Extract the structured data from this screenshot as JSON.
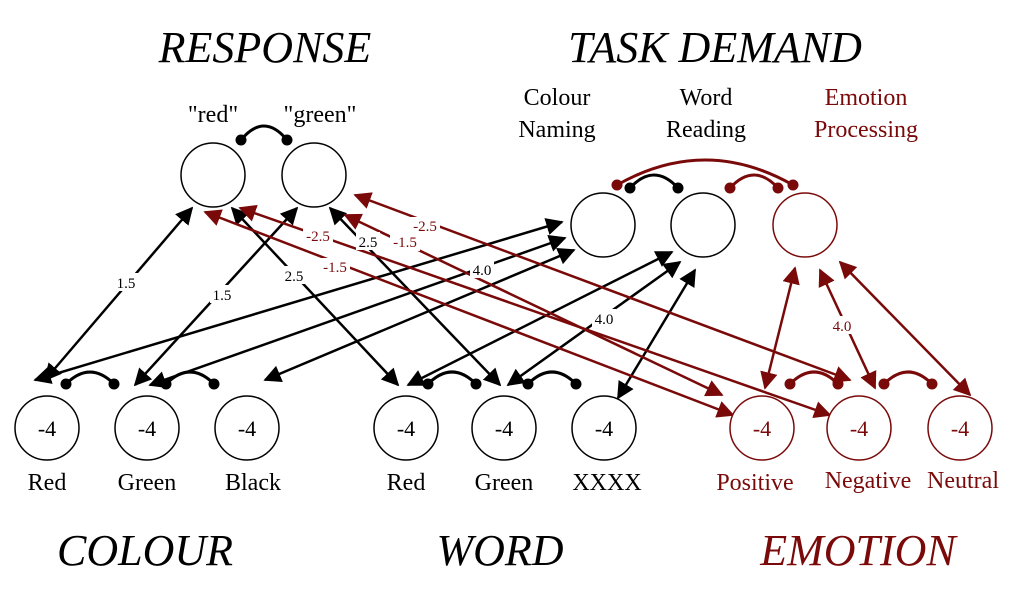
{
  "colors": {
    "black": "#000000",
    "red": "#7a0a0a"
  },
  "groups": {
    "response": "RESPONSE",
    "task_demand": "TASK DEMAND",
    "colour": "COLOUR",
    "word": "WORD",
    "emotion": "EMOTION"
  },
  "response_units": [
    {
      "id": "red",
      "label": "\"red\""
    },
    {
      "id": "green",
      "label": "\"green\""
    }
  ],
  "task_units": [
    {
      "id": "colour_naming",
      "line1": "Colour",
      "line2": "Naming",
      "color": "black"
    },
    {
      "id": "word_reading",
      "line1": "Word",
      "line2": "Reading",
      "color": "black"
    },
    {
      "id": "emotion_processing",
      "line1": "Emotion",
      "line2": "Processing",
      "color": "red"
    }
  ],
  "input_units": [
    {
      "id": "colour_red",
      "label": "Red",
      "value": "-4",
      "color": "black"
    },
    {
      "id": "colour_green",
      "label": "Green",
      "value": "-4",
      "color": "black"
    },
    {
      "id": "colour_black",
      "label": "Black",
      "value": "-4",
      "color": "black"
    },
    {
      "id": "word_red",
      "label": "Red",
      "value": "-4",
      "color": "black"
    },
    {
      "id": "word_green",
      "label": "Green",
      "value": "-4",
      "color": "black"
    },
    {
      "id": "word_xxxx",
      "label": "XXXX",
      "value": "-4",
      "color": "black"
    },
    {
      "id": "emo_positive",
      "label": "Positive",
      "value": "-4",
      "color": "red"
    },
    {
      "id": "emo_negative",
      "label": "Negative",
      "value": "-4",
      "color": "red"
    },
    {
      "id": "emo_neutral",
      "label": "Neutral",
      "value": "-4",
      "color": "red"
    }
  ],
  "weights": {
    "colour_to_response_a": "1.5",
    "colour_to_response_b": "1.5",
    "word_to_response_a": "2.5",
    "word_to_response_b": "2.5",
    "colour_task": "4.0",
    "word_task": "4.0",
    "emotion_task": "4.0",
    "emo_to_response_a": "-2.5",
    "emo_to_response_b": "-2.5",
    "emo_to_response_c": "-1.5",
    "emo_to_response_d": "-1.5"
  }
}
